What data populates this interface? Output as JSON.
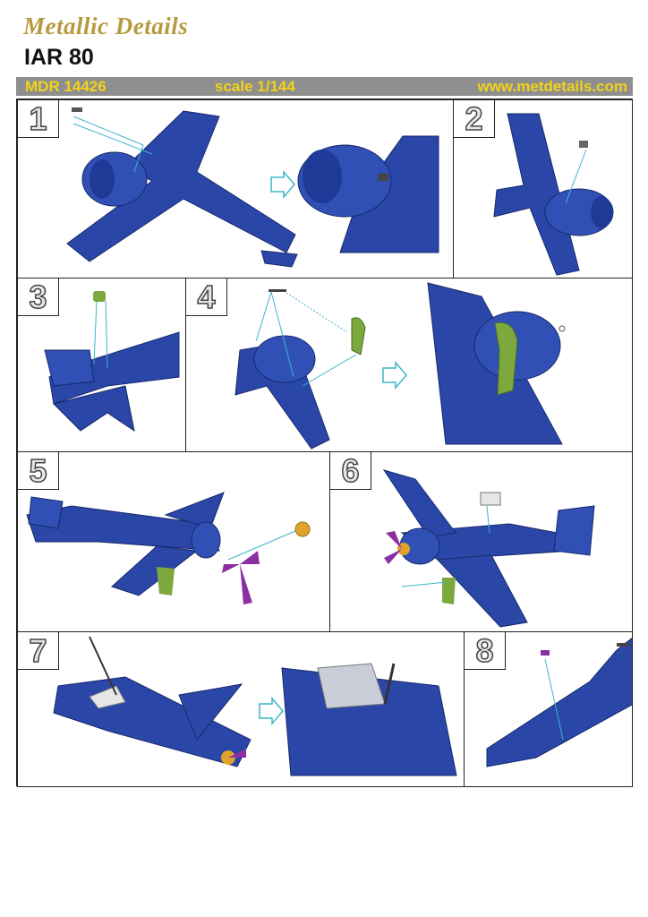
{
  "header": {
    "brand": "Metallic Details",
    "model": "IAR 80",
    "code": "MDR 14426",
    "scale": "scale 1/144",
    "url": "www.metdetails.com"
  },
  "steps": [
    {
      "number": "1"
    },
    {
      "number": "2"
    },
    {
      "number": "3"
    },
    {
      "number": "4"
    },
    {
      "number": "5"
    },
    {
      "number": "6"
    },
    {
      "number": "7"
    },
    {
      "number": "8"
    }
  ],
  "colors": {
    "model_blue": "#2a47a8",
    "etched_part": "#7da83e",
    "propeller": "#8c2fa0",
    "spinner": "#e0a32a",
    "guide_line": "#3cb6c8",
    "band": "#8f8f8f",
    "band_text": "#f2d21a"
  }
}
